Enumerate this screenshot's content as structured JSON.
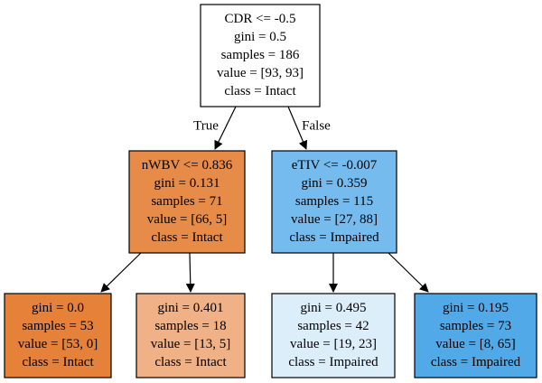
{
  "tree": {
    "nodes": [
      {
        "id": "root",
        "lines": [
          "CDR <= -0.5",
          "gini = 0.5",
          "samples = 186",
          "value = [93, 93]",
          "class = Intact"
        ],
        "fill": "#ffffff"
      },
      {
        "id": "left",
        "lines": [
          "nWBV <= 0.836",
          "gini = 0.131",
          "samples = 71",
          "value = [66, 5]",
          "class = Intact"
        ],
        "fill": "#e78b48"
      },
      {
        "id": "right",
        "lines": [
          "eTIV <= -0.007",
          "gini = 0.359",
          "samples = 115",
          "value = [27, 88]",
          "class = Impaired"
        ],
        "fill": "#76bbed"
      },
      {
        "id": "ll",
        "lines": [
          "gini = 0.0",
          "samples = 53",
          "value = [53, 0]",
          "class = Intact"
        ],
        "fill": "#e58139"
      },
      {
        "id": "lr",
        "lines": [
          "gini = 0.401",
          "samples = 18",
          "value = [13, 5]",
          "class = Intact"
        ],
        "fill": "#efb185"
      },
      {
        "id": "rl",
        "lines": [
          "gini = 0.495",
          "samples = 42",
          "value = [19, 23]",
          "class = Impaired"
        ],
        "fill": "#ddeefb"
      },
      {
        "id": "rr",
        "lines": [
          "gini = 0.195",
          "samples = 73",
          "value = [8, 65]",
          "class = Impaired"
        ],
        "fill": "#51a9e8"
      }
    ],
    "edges": [
      {
        "from": "root",
        "to": "left",
        "label": "True"
      },
      {
        "from": "root",
        "to": "right",
        "label": "False"
      },
      {
        "from": "left",
        "to": "ll",
        "label": ""
      },
      {
        "from": "left",
        "to": "lr",
        "label": ""
      },
      {
        "from": "right",
        "to": "rl",
        "label": ""
      },
      {
        "from": "right",
        "to": "rr",
        "label": ""
      }
    ]
  }
}
